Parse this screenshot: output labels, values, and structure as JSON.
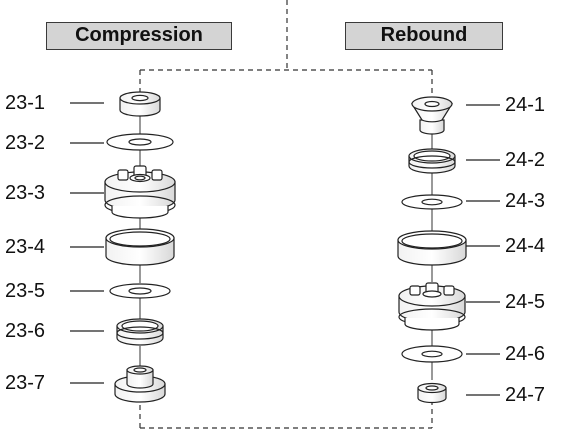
{
  "headers": {
    "compression": "Compression",
    "rebound": "Rebound"
  },
  "compression_labels": [
    "23-1",
    "23-2",
    "23-3",
    "23-4",
    "23-5",
    "23-6",
    "23-7"
  ],
  "rebound_labels": [
    "24-1",
    "24-2",
    "24-3",
    "24-4",
    "24-5",
    "24-6",
    "24-7"
  ]
}
